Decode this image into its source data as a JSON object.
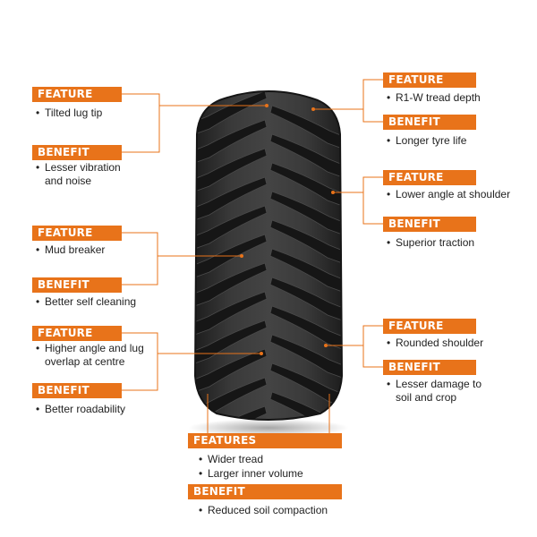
{
  "colors": {
    "accent": "#e8731a",
    "tyre": "#2b2b2b",
    "tread": "#1c1c1c"
  },
  "left": [
    {
      "label": "FEATURE",
      "lines": [
        "Tilted lug tip"
      ]
    },
    {
      "label": "BENEFIT",
      "lines": [
        "Lesser vibration",
        "and noise"
      ]
    },
    {
      "label": "FEATURE",
      "lines": [
        "Mud breaker"
      ]
    },
    {
      "label": "BENEFIT",
      "lines": [
        "Better self cleaning"
      ]
    },
    {
      "label": "FEATURE",
      "lines": [
        "Higher angle and lug",
        "overlap at centre"
      ]
    },
    {
      "label": "BENEFIT",
      "lines": [
        "Better roadability"
      ]
    }
  ],
  "right": [
    {
      "label": "FEATURE",
      "lines": [
        "R1-W tread depth"
      ]
    },
    {
      "label": "BENEFIT",
      "lines": [
        "Longer tyre life"
      ]
    },
    {
      "label": "FEATURE",
      "lines": [
        "Lower angle at shoulder"
      ]
    },
    {
      "label": "BENEFIT",
      "lines": [
        "Superior traction"
      ]
    },
    {
      "label": "FEATURE",
      "lines": [
        "Rounded shoulder"
      ]
    },
    {
      "label": "BENEFIT",
      "lines": [
        "Lesser damage to",
        "soil and crop"
      ]
    }
  ],
  "bottom": [
    {
      "label": "FEATURES",
      "lines": [
        "Wider tread",
        "Larger inner volume"
      ]
    },
    {
      "label": "BENEFIT",
      "lines": [
        "Reduced soil compaction"
      ]
    }
  ]
}
